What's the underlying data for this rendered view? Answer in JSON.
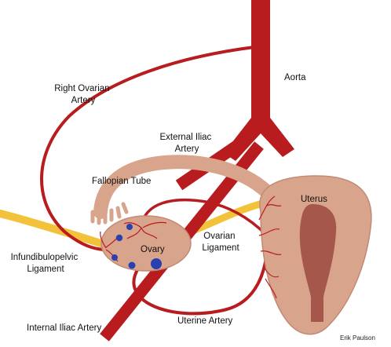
{
  "labels": {
    "aorta": "Aorta",
    "right_ovarian_artery": [
      "Right Ovarian",
      "Artery"
    ],
    "external_iliac_artery": [
      "External Iliac",
      "Artery"
    ],
    "fallopian_tube": "Fallopian Tube",
    "uterus": "Uterus",
    "ovary": "Ovary",
    "ovarian_ligament": [
      "Ovarian",
      "Ligament"
    ],
    "infundibulopelvic_ligament": [
      "Infundibulopelvic",
      "Ligament"
    ],
    "uterine_artery": "Uterine Artery",
    "internal_iliac_artery": "Internal Iliac Artery",
    "credit": "Erik Paulson"
  },
  "colors": {
    "artery": "#b81c1f",
    "tissue": "#d9a48c",
    "tissue_outline": "#c08a73",
    "uterine_cavity": "#a4574a",
    "ligament": "#f2c23a",
    "follicle": "#2a3fb0"
  }
}
